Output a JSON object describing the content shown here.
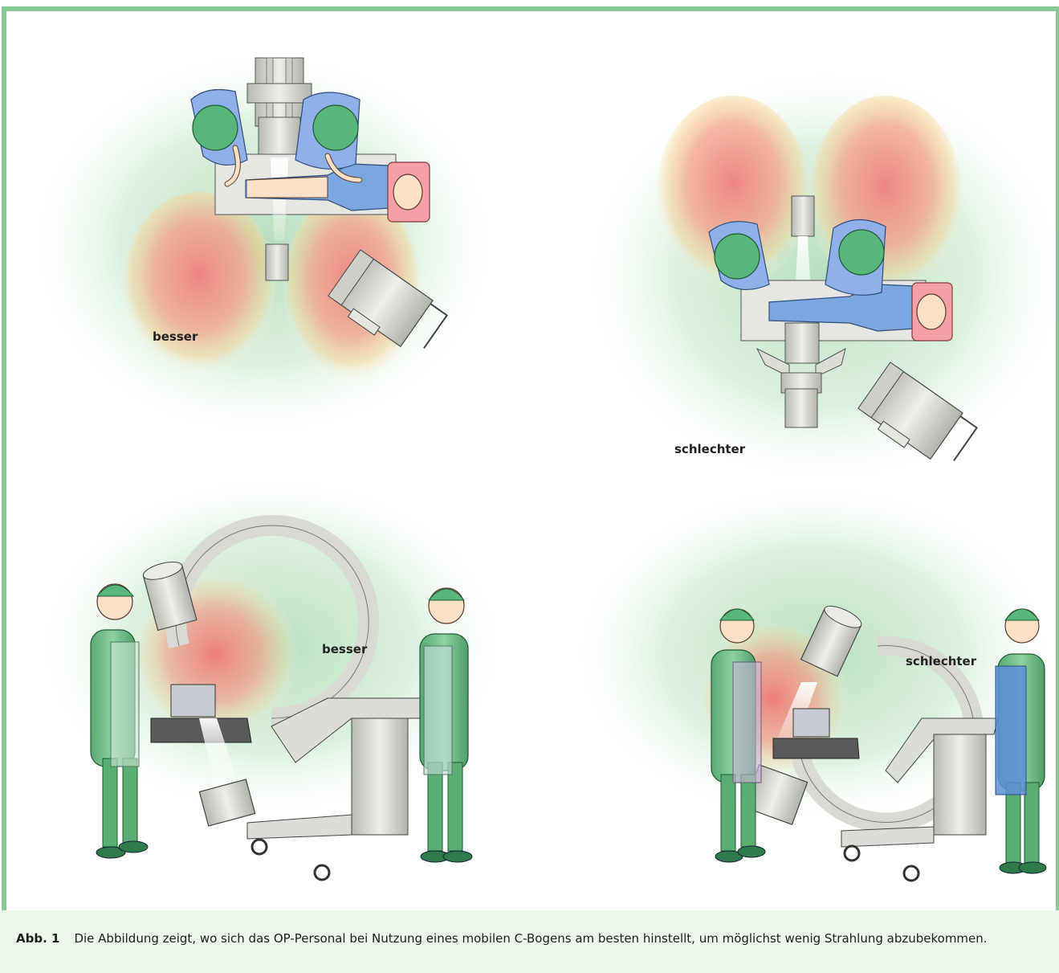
{
  "figure": {
    "panels": [
      {
        "id": "top-left",
        "view": "top",
        "label": "besser"
      },
      {
        "id": "top-right",
        "view": "top",
        "label": "schlechter"
      },
      {
        "id": "bottom-left",
        "view": "side",
        "label": "besser"
      },
      {
        "id": "bottom-right",
        "view": "side",
        "label": "schlechter"
      }
    ],
    "colors": {
      "frame": "#88c996",
      "safe_zone": "#b9dfc0",
      "radiation_zone": "#f08a86",
      "transition": "#f7c27a",
      "staff_scrubs": "#6fbf86",
      "apron": "#5b8fd8",
      "patient": "#5b8fd8",
      "pillow": "#f08a8a",
      "device": "#d4d4d0"
    }
  },
  "caption": {
    "label": "Abb. 1",
    "text": "Die Abbildung zeigt, wo sich das OP-Personal bei Nutzung eines mobilen C-Bogens am besten hinstellt, um möglichst wenig Strahlung abzubekommen."
  }
}
